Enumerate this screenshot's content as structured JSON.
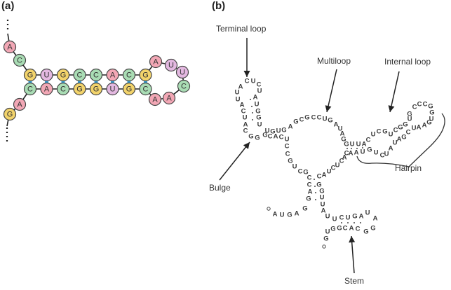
{
  "panels": {
    "a": {
      "label": "(a)",
      "colors": {
        "A": "#f2a7b5",
        "C": "#a9dcb4",
        "G": "#f2d36b",
        "U": "#e3b8e0",
        "pair": "#3aa3d8"
      },
      "five_prime_tail": [
        "A",
        "C"
      ],
      "top_strand": [
        "G",
        "U",
        "G",
        "C",
        "C",
        "A",
        "C",
        "G"
      ],
      "bottom_strand": [
        "C",
        "A",
        "C",
        "G",
        "G",
        "U",
        "G",
        "C"
      ],
      "loop": [
        "A",
        "U",
        "U",
        "C",
        "A",
        "A"
      ],
      "three_prime_tail": [
        "A",
        "G"
      ]
    },
    "b": {
      "label": "(b)",
      "callouts": {
        "terminal_loop": "Terminal loop",
        "multiloop": "Multiloop",
        "internal_loop": "Internal loop",
        "hairpin": "Hairpin",
        "bulge": "Bulge",
        "stem": "Stem"
      },
      "segments": {
        "terminal_loop": [
          "A",
          "C",
          "U",
          "C"
        ],
        "left_stem_5": [
          "U",
          "U",
          "A",
          "C",
          "U",
          "A",
          "C"
        ],
        "left_stem_3": [
          "U",
          "A",
          "U",
          "G",
          "G",
          "U"
        ],
        "left_bulge": [
          "G",
          "G"
        ],
        "bottom_of_left": [
          "G",
          "C",
          "A",
          "C",
          "U"
        ],
        "multiloop_top": [
          "U",
          "G",
          "U",
          "G",
          "A",
          "G",
          "C",
          "G",
          "C",
          "C",
          "U",
          "G",
          "A",
          "U",
          "A",
          "G"
        ],
        "multiloop_left": [
          "C",
          "C",
          "G",
          "U",
          "C",
          "G"
        ],
        "multiloop_bottom": [
          "C",
          "A",
          "U",
          "C",
          "U",
          "C",
          "A"
        ],
        "right_arm_top": [
          "G",
          "U",
          "U",
          "A",
          "C",
          "U",
          "C",
          "G",
          "U",
          "C",
          "G",
          "G",
          "U",
          "G",
          "C",
          "C",
          "C",
          "G",
          "G",
          "U"
        ],
        "right_arm_bottom": [
          "C",
          "A",
          "A",
          "U",
          "G",
          "U",
          "C",
          "U",
          "A",
          "U",
          "A",
          "G",
          "C",
          "U",
          "A",
          "A",
          "G"
        ],
        "lower_stem_left": [
          "C",
          "C",
          "A",
          "G"
        ],
        "lower_stem_right": [
          "G",
          "G",
          "U",
          "U",
          "A"
        ],
        "five_prime_end": [
          "A",
          "U",
          "G",
          "A",
          "G"
        ],
        "bottom_hairpin_top": [
          "U",
          "U",
          "C",
          "U",
          "G",
          "A",
          "U",
          "A"
        ],
        "bottom_hairpin_bottom": [
          "G",
          "U",
          "G",
          "G",
          "C",
          "A",
          "C",
          "G",
          "G"
        ]
      }
    }
  }
}
